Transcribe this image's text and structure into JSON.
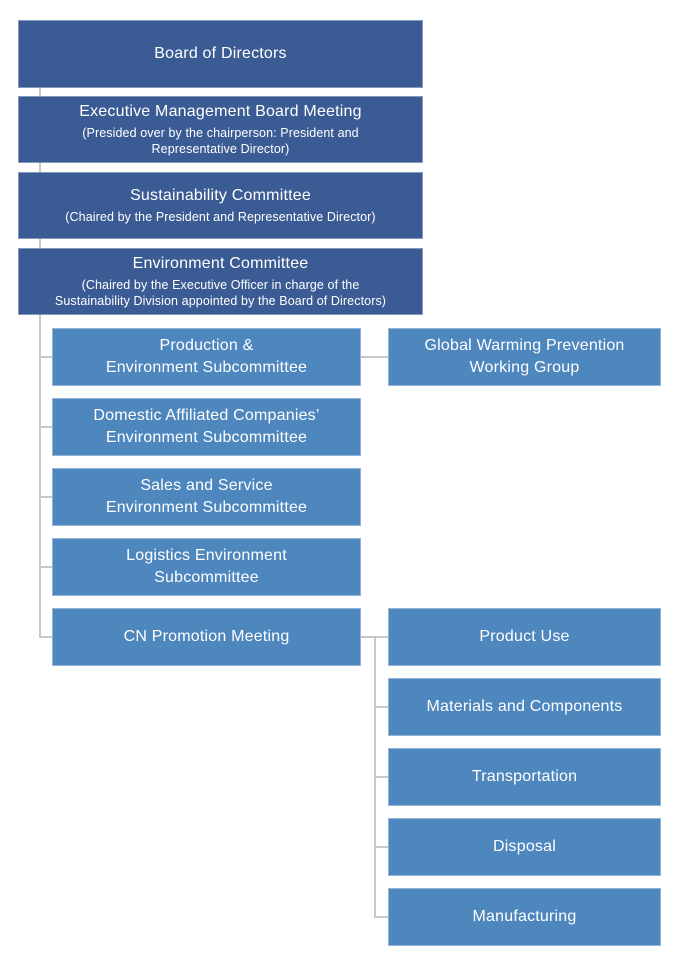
{
  "colors": {
    "dark_node": "#3b5b94",
    "light_node": "#4e86be",
    "connector": "#c8c8c8",
    "node_text": "#ffffff"
  },
  "governance_chain": [
    {
      "title": "Board of Directors",
      "subtitle": ""
    },
    {
      "title": "Executive Management Board Meeting",
      "subtitle": "(Presided over by the chairperson: President and\nRepresentative Director)"
    },
    {
      "title": "Sustainability Committee",
      "subtitle": "(Chaired by the President and Representative Director)"
    },
    {
      "title": "Environment Committee",
      "subtitle": "(Chaired by the Executive Officer in charge of the\nSustainability Division appointed by the Board of Directors)"
    }
  ],
  "environment_subcommittees": [
    {
      "label": "Production &\nEnvironment Subcommittee"
    },
    {
      "label": "Domestic Affiliated Companies’\nEnvironment Subcommittee"
    },
    {
      "label": "Sales and Service\nEnvironment Subcommittee"
    },
    {
      "label": "Logistics Environment\nSubcommittee"
    },
    {
      "label": "CN Promotion Meeting"
    }
  ],
  "working_group": {
    "label": "Global Warming Prevention\nWorking Group"
  },
  "cn_promotion_topics": [
    {
      "label": "Product Use"
    },
    {
      "label": "Materials and Components"
    },
    {
      "label": "Transportation"
    },
    {
      "label": "Disposal"
    },
    {
      "label": "Manufacturing"
    }
  ]
}
